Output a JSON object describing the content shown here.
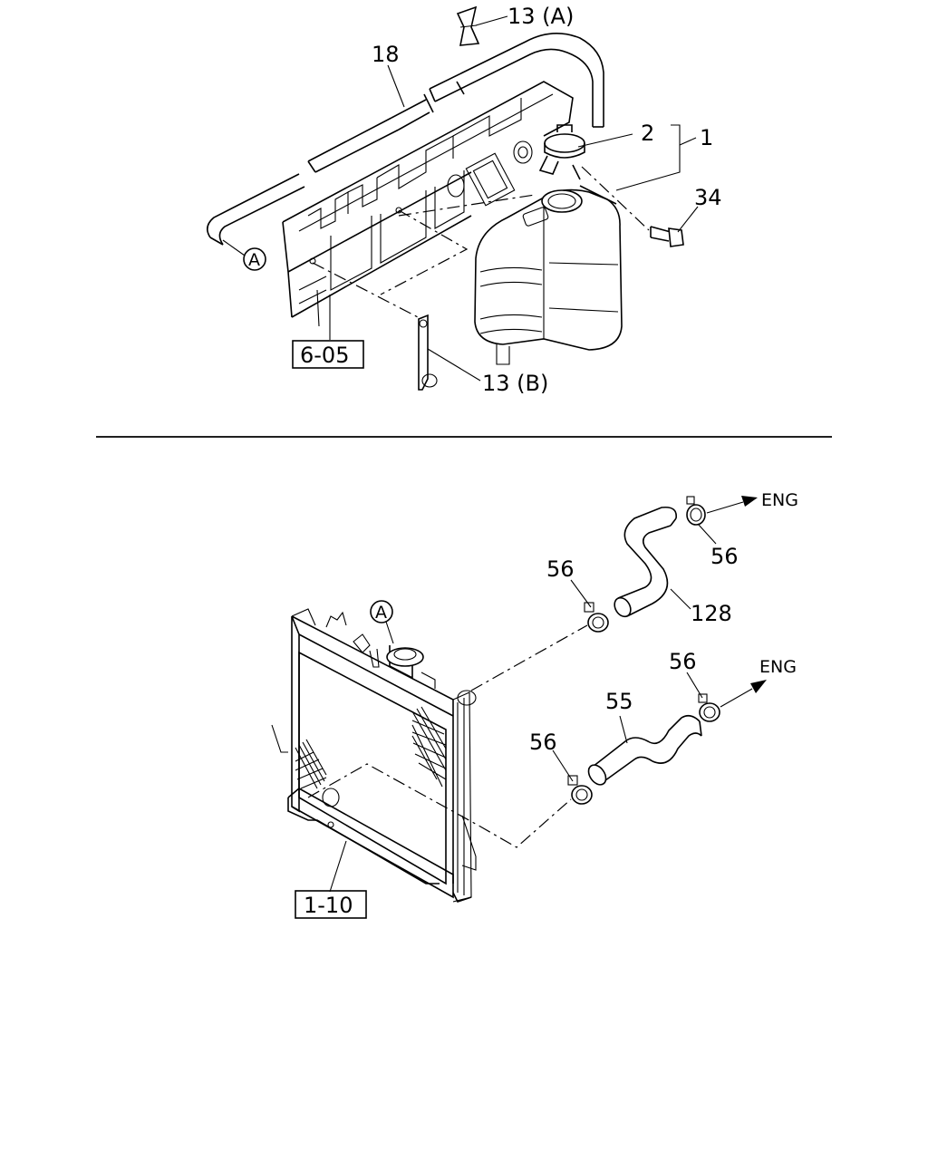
{
  "top": {
    "labels": {
      "clip_a": "13 (A)",
      "hose": "18",
      "cap": "2",
      "assembly": "1",
      "bolt": "34",
      "marker_a": "A",
      "ref": "6-05",
      "clip_b": "13 (B)"
    }
  },
  "bottom": {
    "labels": {
      "eng_upper": "ENG",
      "clamp_upper_eng": "56",
      "clamp_upper_rad": "56",
      "upper_hose": "128",
      "marker_a": "A",
      "eng_lower": "ENG",
      "clamp_lower_eng": "56",
      "lower_hose": "55",
      "clamp_lower_rad": "56",
      "ref": "1-10"
    }
  }
}
